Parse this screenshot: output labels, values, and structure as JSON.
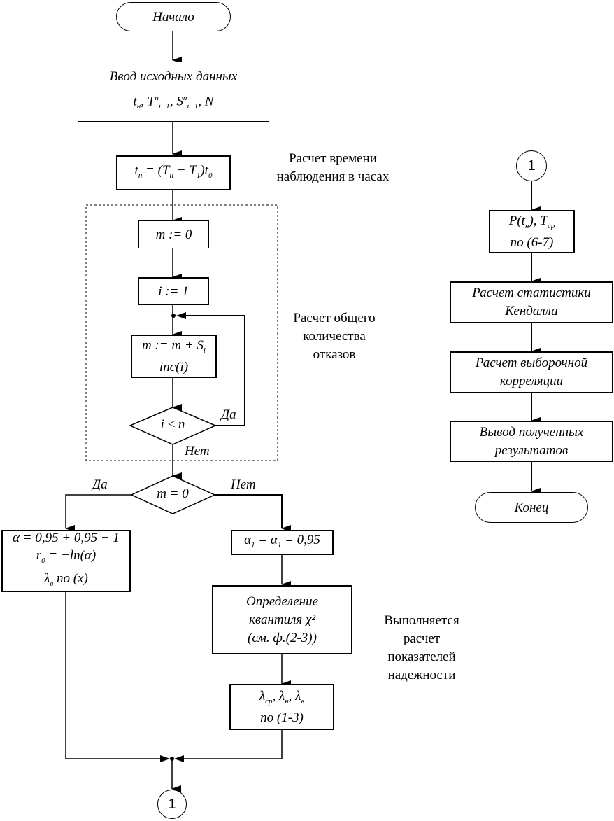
{
  "diagram": {
    "type": "flowchart",
    "nodes": {
      "start": {
        "kind": "terminator",
        "text": "Начало"
      },
      "input": {
        "kind": "process",
        "lines": [
          "Ввод исходных данных",
          "tн, Tn i-1, Sn i-1, N"
        ]
      },
      "time_calc": {
        "kind": "process",
        "text": "tн = (Tн − T1)t0"
      },
      "m_init": {
        "kind": "process",
        "text": "m := 0"
      },
      "i_init": {
        "kind": "process",
        "text": "i := 1"
      },
      "accumulate": {
        "kind": "process",
        "lines": [
          "m := m + Si",
          "inc(i)"
        ]
      },
      "loop_check": {
        "kind": "decision",
        "text": "i ≤ n"
      },
      "m_check": {
        "kind": "decision",
        "text": "m = 0"
      },
      "zero_case": {
        "kind": "process",
        "lines": [
          "α = 0,95 + 0,95 − 1",
          "r0 = −ln(α)",
          "λв по (x)"
        ]
      },
      "alpha_set": {
        "kind": "process",
        "text": "α1 = α1 = 0,95"
      },
      "quantile": {
        "kind": "process",
        "lines": [
          "Определение",
          "квантиля χ²",
          "(см. ф.(2-3))"
        ]
      },
      "lambdas": {
        "kind": "process",
        "lines": [
          "λср, λн, λв",
          "по (1-3)"
        ]
      },
      "connector_out": {
        "kind": "connector",
        "text": "1"
      },
      "connector_in": {
        "kind": "connector",
        "text": "1"
      },
      "p_tcp": {
        "kind": "process",
        "lines": [
          "P(tн), Tср",
          "по (6-7)"
        ]
      },
      "kendall": {
        "kind": "process",
        "lines": [
          "Расчет статистики",
          "Кендалла"
        ]
      },
      "correlation": {
        "kind": "process",
        "lines": [
          "Расчет выборочной",
          "корреляции"
        ]
      },
      "output": {
        "kind": "process",
        "lines": [
          "Вывод полученных",
          "результатов"
        ]
      },
      "end": {
        "kind": "terminator",
        "text": "Конец"
      }
    },
    "edge_labels": {
      "loop_yes": "Да",
      "loop_no": "Нет",
      "m_yes": "Да",
      "m_no": "Нет"
    },
    "comments": {
      "time_calc": [
        "Расчет времени",
        "наблюдения в часах"
      ],
      "failures": [
        "Расчет общего",
        "количества",
        "отказов"
      ],
      "reliability": [
        "Выполняется",
        "расчет",
        "показателей",
        "надежности"
      ]
    }
  }
}
